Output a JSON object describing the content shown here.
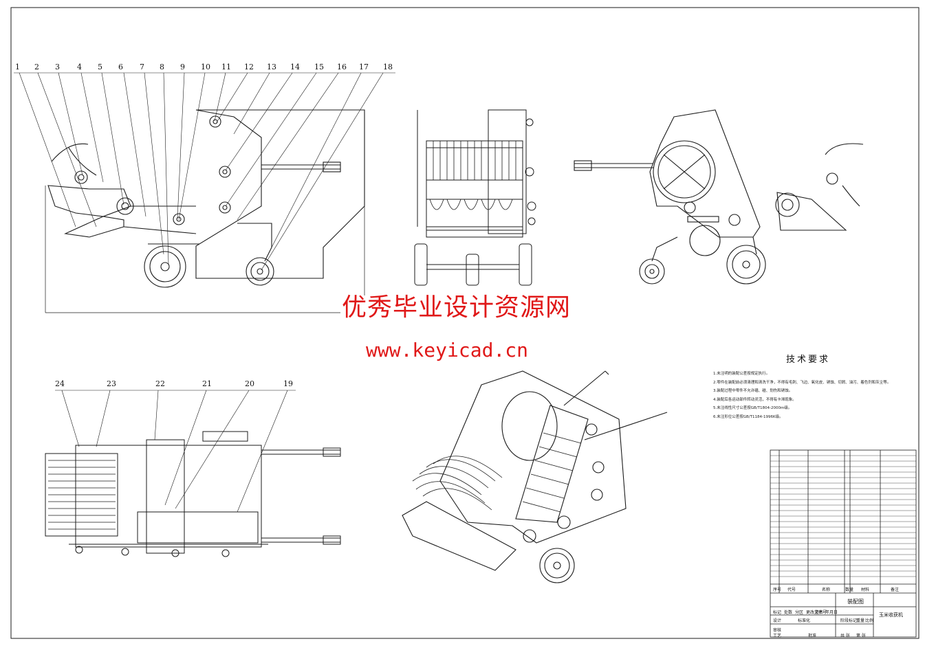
{
  "watermark": {
    "cn": "优秀毕业设计资源网",
    "url": "www.keyicad.cn"
  },
  "callouts_top": [
    "1",
    "2",
    "3",
    "4",
    "5",
    "6",
    "7",
    "8",
    "9",
    "10",
    "11",
    "12",
    "13",
    "14",
    "15",
    "16",
    "17",
    "18"
  ],
  "callouts_bottom": [
    "24",
    "23",
    "22",
    "21",
    "20",
    "19"
  ],
  "tech_requirements": {
    "title": "技术要求",
    "items": [
      "1.未注明的装配公差按规定执行。",
      "2.零件在装配前必须清理和清洗干净，不得有毛刺、飞边、氧化皮、锈蚀、切屑、油污、着色剂和灰尘等。",
      "3.装配过程中零件不允许磕、碰、划伤和锈蚀。",
      "4.装配后各运动部件转动灵活，不得有卡滞现象。",
      "5.未注线性尺寸公差按GB/T1804-2000m级。",
      "6.未注形位公差按GB/T1184-1996K级。"
    ]
  },
  "title_block": {
    "drawing_title": "装配图",
    "product_name": "玉米收获机",
    "labels": [
      "标记",
      "处数",
      "分区",
      "更改文件号",
      "签名",
      "年月日",
      "设计",
      "标准化",
      "阶段标记",
      "重量",
      "比例",
      "审核",
      "工艺",
      "批准",
      "共 张",
      "第 张"
    ],
    "parts_header": [
      "序号",
      "代号",
      "名称",
      "数量",
      "材料",
      "备注"
    ]
  },
  "colors": {
    "line": "#1a1a1a",
    "watermark": "#e01818",
    "paper": "#ffffff"
  }
}
